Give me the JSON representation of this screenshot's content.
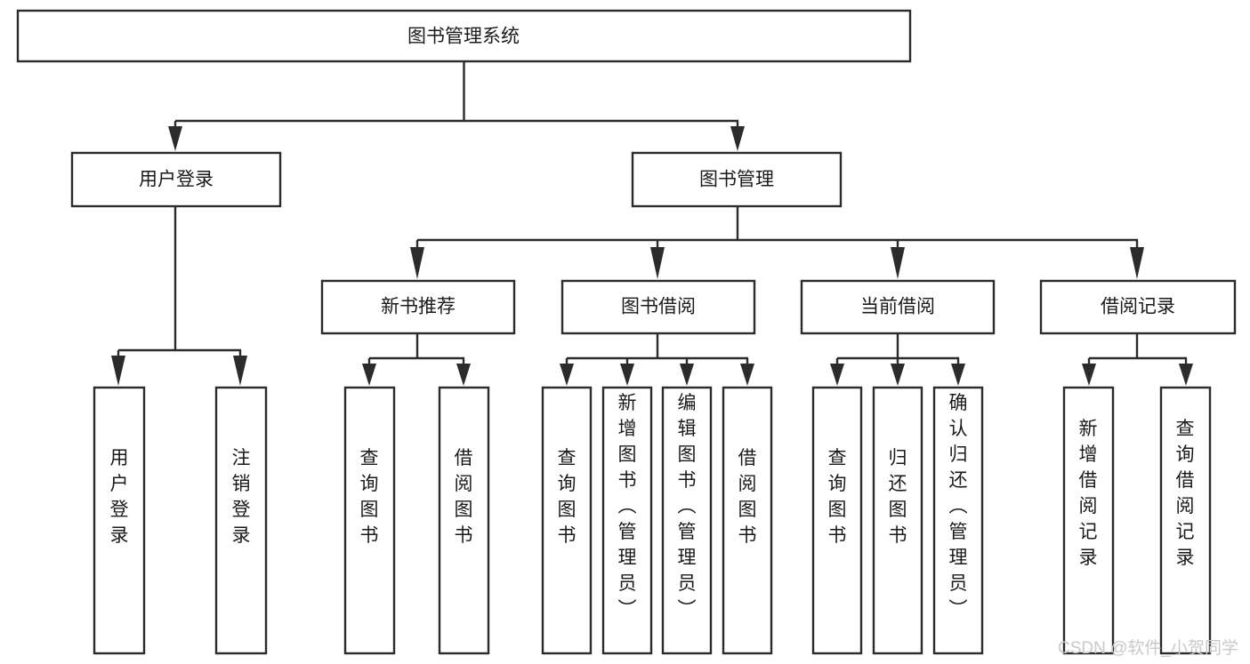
{
  "diagram": {
    "title": "图书管理系统",
    "type": "tree-hierarchy",
    "orientation": "top-down",
    "colors": {
      "box_stroke": "#2b2b2b",
      "box_fill": "#ffffff",
      "text": "#1a1a1a",
      "background": "#ffffff",
      "watermark": "#c9c9c9"
    },
    "nodes": {
      "root": {
        "label": "图书管理系统"
      },
      "level2": [
        {
          "id": "user-login",
          "label": "用户登录"
        },
        {
          "id": "book-manage",
          "label": "图书管理"
        }
      ],
      "level3": [
        {
          "id": "new-book-rec",
          "label": "新书推荐"
        },
        {
          "id": "book-borrow",
          "label": "图书借阅"
        },
        {
          "id": "current-borrow",
          "label": "当前借阅"
        },
        {
          "id": "borrow-record",
          "label": "借阅记录"
        }
      ],
      "leaves": {
        "user-login": [
          {
            "id": "leaf-user-login",
            "label": "用户登录"
          },
          {
            "id": "leaf-logout",
            "label": "注销登录"
          }
        ],
        "new-book-rec": [
          {
            "id": "leaf-query-book-1",
            "label": "查询图书"
          },
          {
            "id": "leaf-borrow-book-1",
            "label": "借阅图书"
          }
        ],
        "book-borrow": [
          {
            "id": "leaf-query-book-2",
            "label": "查询图书"
          },
          {
            "id": "leaf-add-book",
            "label": "新增图书（管理员）"
          },
          {
            "id": "leaf-edit-book",
            "label": "编辑图书（管理员）"
          },
          {
            "id": "leaf-borrow-book-2",
            "label": "借阅图书"
          }
        ],
        "current-borrow": [
          {
            "id": "leaf-query-book-3",
            "label": "查询图书"
          },
          {
            "id": "leaf-return-book",
            "label": "归还图书"
          },
          {
            "id": "leaf-confirm-return",
            "label": "确认归还（管理员）"
          }
        ],
        "borrow-record": [
          {
            "id": "leaf-add-record",
            "label": "新增借阅记录"
          },
          {
            "id": "leaf-query-record",
            "label": "查询借阅记录"
          }
        ]
      }
    },
    "watermark": "CSDN @软件_小贺同学"
  }
}
